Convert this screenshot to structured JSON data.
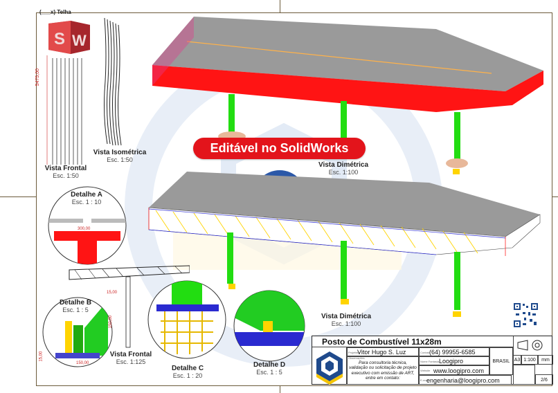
{
  "drawing": {
    "banner": "Editável no SolidWorks",
    "telha_label": "(___x) Telha",
    "dimension_height": "5475,00",
    "views": {
      "frontal_top": {
        "title": "Vista Frontal",
        "scale": "Esc. 1:50"
      },
      "isometrica": {
        "title": "Vista Isométrica",
        "scale": "Esc. 1:50"
      },
      "dimetrica_top": {
        "title": "Vista Dimétrica",
        "scale": "Esc. 1:100"
      },
      "dimetrica_bottom": {
        "title": "Vista Dimétrica",
        "scale": "Esc. 1:100"
      },
      "detalhe_a": {
        "title": "Detalhe A",
        "scale": "Esc. 1 : 10"
      },
      "detalhe_b": {
        "title": "Detalhe B",
        "scale": "Esc. 1 : 5"
      },
      "frontal_bottom": {
        "title": "Vista Frontal",
        "scale": "Esc. 1:125"
      },
      "detalhe_c": {
        "title": "Detalhe C",
        "scale": "Esc. 1 : 20"
      },
      "detalhe_d": {
        "title": "Detalhe D",
        "scale": "Esc. 1 : 5"
      }
    },
    "dims": {
      "detail_a_width": "300,00",
      "detail_b_top": "15,00",
      "detail_b_mid": "150,00",
      "detail_b_bottom": "150,00",
      "detail_b_left": "15,00"
    }
  },
  "title_block": {
    "title": "Posto de Combustível 11x28m",
    "field_labels": {
      "projetista": "Projetista",
      "observacoes": "Observações",
      "contato": "Contato",
      "nome_fantasia": "Nome Fantasia",
      "website": "Website",
      "email": "E-mail"
    },
    "author": "Vitor Hugo S. Luz",
    "phone": "(64) 99955-6585",
    "observation": "Para consultoria técnica, validação ou solicitação de projeto executivo com emissão de ART, entre em contato:",
    "company": "Loogipro",
    "website": "www.loogipro.com",
    "email": "engenharia@loogipro.com",
    "country": "BRASIL",
    "paper_size": "A3",
    "scale": "1:100",
    "unit": "mm",
    "sheet": "2/6"
  },
  "colors": {
    "accent_red": "#ff1010",
    "column_green": "#22dd11",
    "roof_gray": "#8a8a8a",
    "truss_yellow": "#ffd400",
    "frame_brown": "#6b5a3a",
    "logo_blue": "#1f4a8c"
  }
}
